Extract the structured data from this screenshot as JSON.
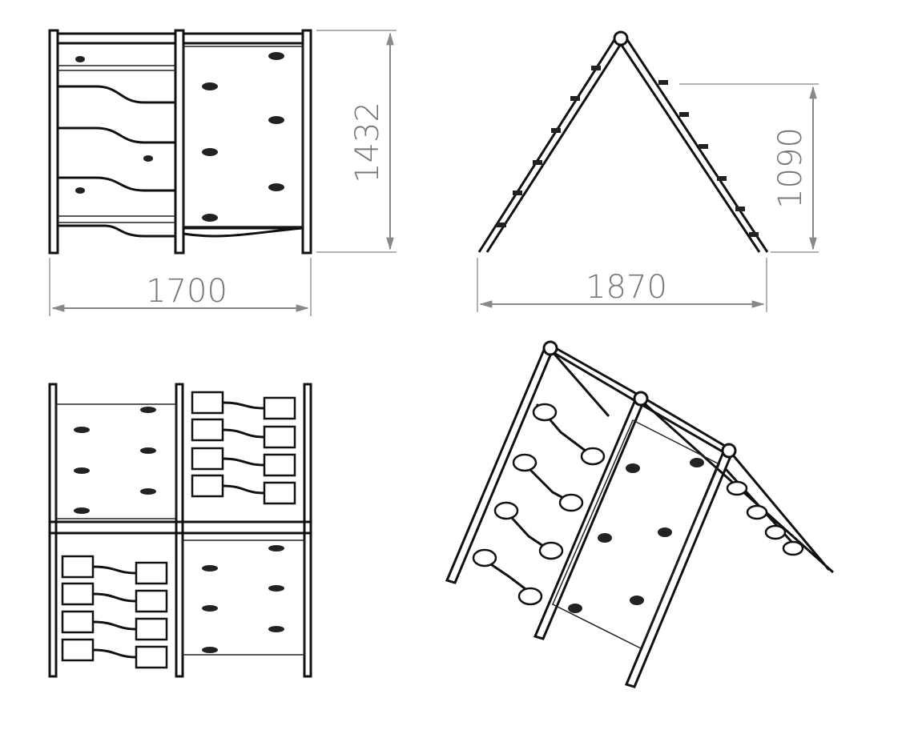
{
  "views": {
    "front": {
      "width_dimension": "1700",
      "height_dimension": "1432"
    },
    "side": {
      "width_dimension": "1870",
      "height_dimension": "1090"
    },
    "top": {},
    "isometric": {}
  },
  "colors": {
    "line": "#111111",
    "dimension": "#888888"
  }
}
